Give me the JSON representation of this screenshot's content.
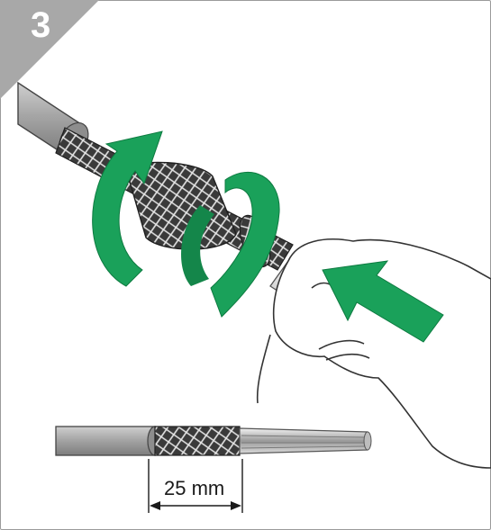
{
  "step": {
    "number": "3"
  },
  "detail": {
    "dimension_label": "25 mm"
  },
  "colors": {
    "arrow_green": "#1aa15a",
    "cable_gray": "#a9a9a9",
    "badge_gray": "#a8a8a8",
    "shield_black": "#2a2a2a"
  },
  "icons": {
    "rotation_arrows": "curved-rotate-arrows",
    "push_arrow": "straight-push-arrow"
  }
}
